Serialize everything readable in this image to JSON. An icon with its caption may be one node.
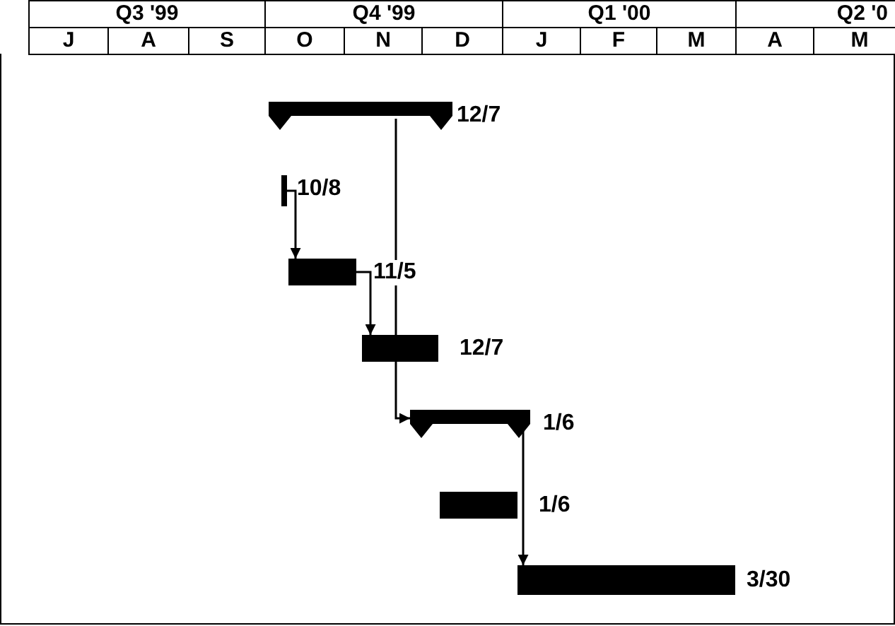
{
  "diagram": {
    "nodes": [
      {
        "text": [],
        "shape": "bar",
        "beside": [
          "12/7"
        ]
      },
      {
        "text": [],
        "shape": "bar",
        "beside": [
          "10/8"
        ]
      },
      {
        "text": [],
        "shape": "bar",
        "beside": [
          "11/5"
        ]
      },
      {
        "text": [],
        "shape": "bar",
        "beside": [
          "12/7"
        ]
      },
      {
        "text": [],
        "shape": "bar",
        "beside": [
          "1/6"
        ]
      },
      {
        "text": [],
        "shape": "bar",
        "beside": [
          "1/6"
        ]
      },
      {
        "text": [],
        "shape": "bar",
        "beside": [
          "3/30"
        ]
      }
    ],
    "edges": [
      {
        "from": 0,
        "to": 3,
        "arrow": "none"
      },
      {
        "from": 1,
        "to": 2,
        "arrow": "to"
      },
      {
        "from": 2,
        "to": 3,
        "arrow": "to"
      },
      {
        "from": 3,
        "to": 4,
        "arrow": "to"
      },
      {
        "from": 4,
        "to": 6,
        "arrow": "to"
      }
    ],
    "labels": [
      "Q3 '99",
      "Q4 '99",
      "Q1 '00",
      "Q2 '0",
      "J",
      "A",
      "S",
      "O",
      "N",
      "D",
      "J",
      "F",
      "M",
      "A",
      "M"
    ]
  }
}
